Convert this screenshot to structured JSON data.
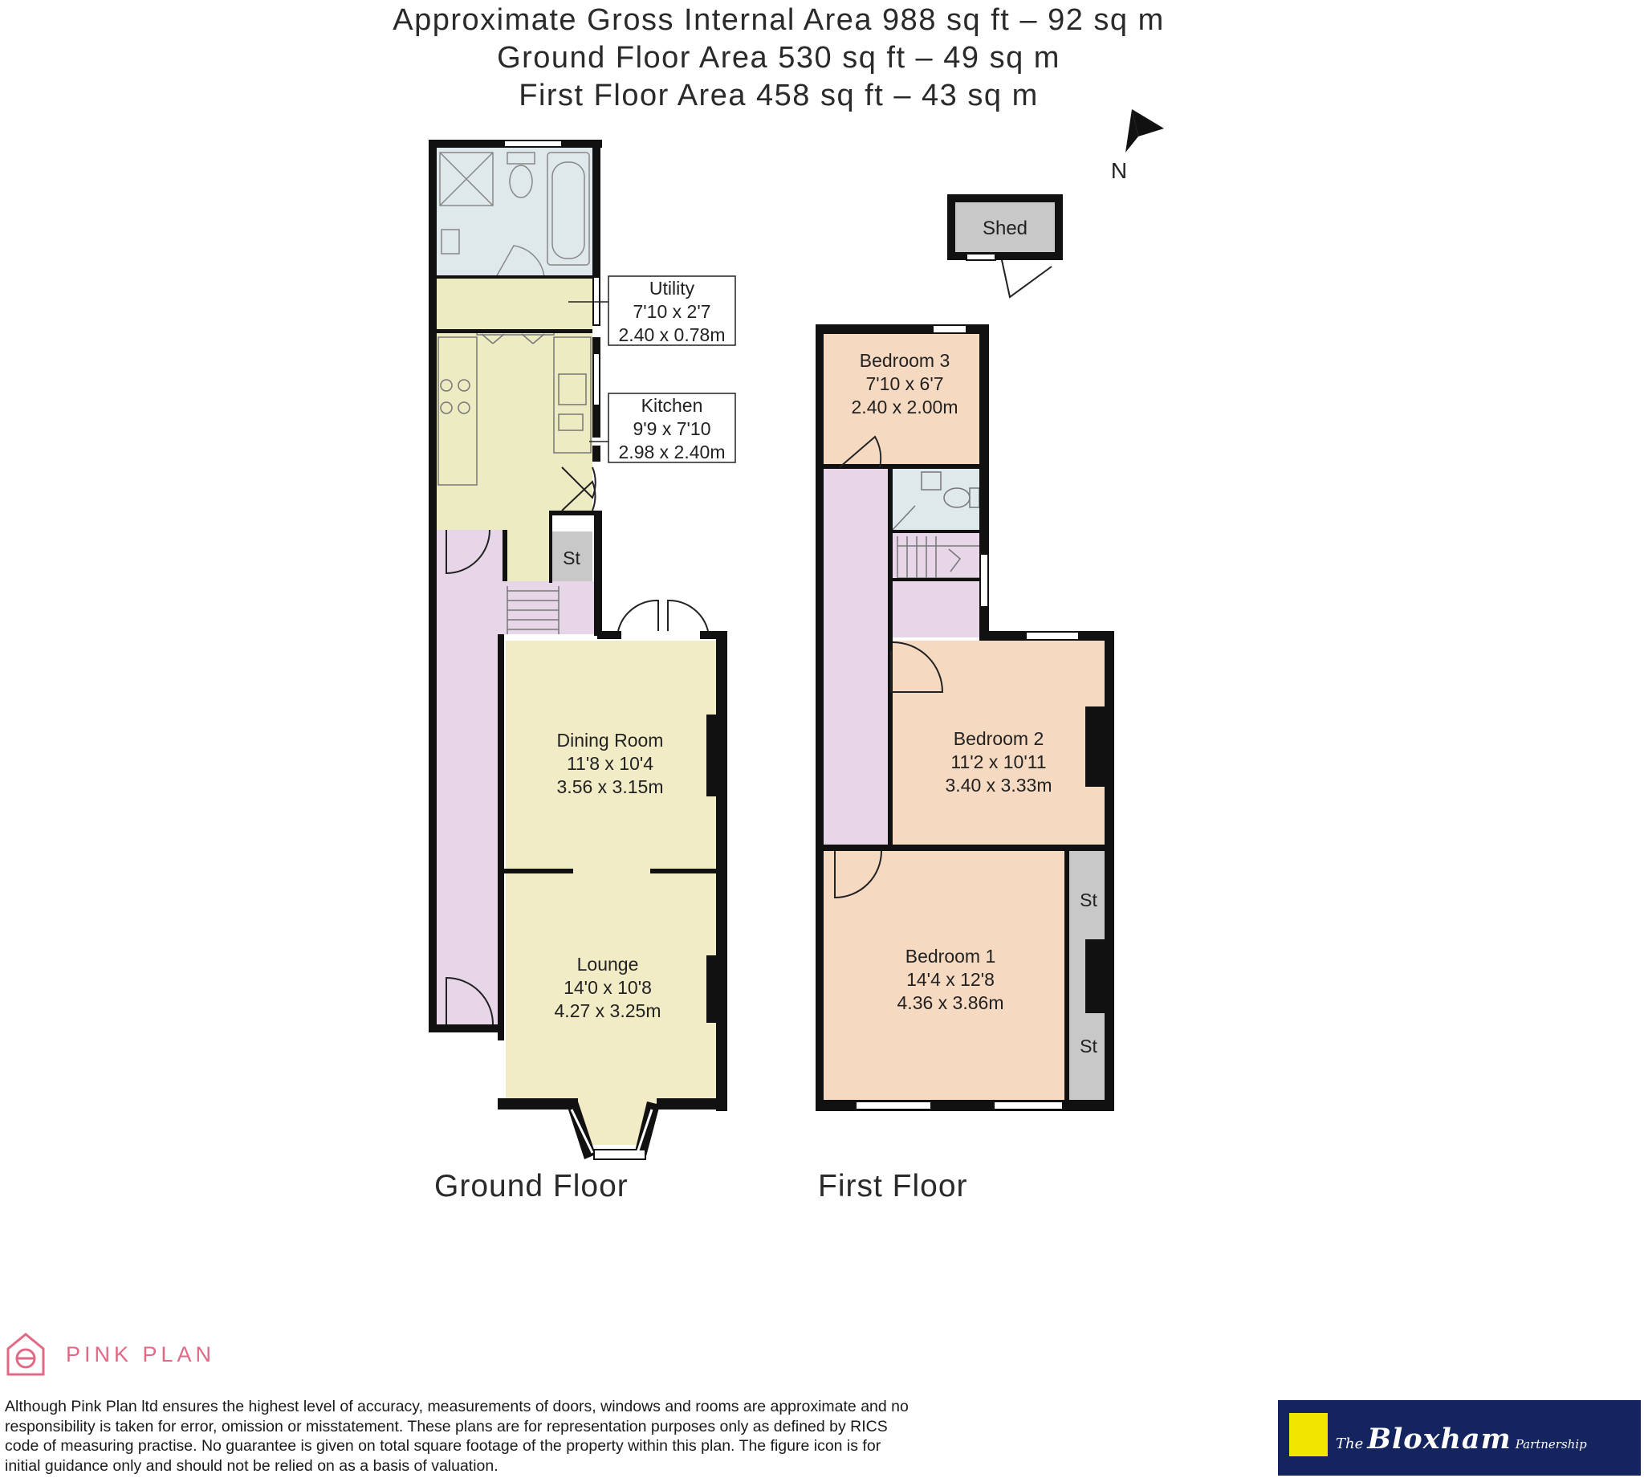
{
  "header": {
    "line1": "Approximate Gross Internal Area 988 sq ft – 92 sq m",
    "line2": "Ground Floor Area 530 sq ft – 49 sq m",
    "line3": "First Floor Area 458 sq ft – 43 sq m"
  },
  "compass": {
    "label": "N"
  },
  "floors": {
    "ground": "Ground Floor",
    "first": "First Floor"
  },
  "rooms": {
    "utility": {
      "name": "Utility",
      "imperial": "7'10 x 2'7",
      "metric": "2.40 x 0.78m"
    },
    "kitchen": {
      "name": "Kitchen",
      "imperial": "9'9 x 7'10",
      "metric": "2.98 x 2.40m"
    },
    "dining": {
      "name": "Dining Room",
      "imperial": "11'8 x 10'4",
      "metric": "3.56 x 3.15m"
    },
    "lounge": {
      "name": "Lounge",
      "imperial": "14'0 x 10'8",
      "metric": "4.27 x 3.25m"
    },
    "bedroom3": {
      "name": "Bedroom 3",
      "imperial": "7'10 x 6'7",
      "metric": "2.40 x 2.00m"
    },
    "bedroom2": {
      "name": "Bedroom 2",
      "imperial": "11'2 x 10'11",
      "metric": "3.40 x 3.33m"
    },
    "bedroom1": {
      "name": "Bedroom 1",
      "imperial": "14'4 x 12'8",
      "metric": "4.36 x 3.86m"
    },
    "shed": {
      "name": "Shed"
    },
    "store": {
      "label": "St"
    }
  },
  "brand": {
    "name": "PINK PLAN"
  },
  "disclaimer": "Although Pink Plan ltd ensures the highest level of accuracy, measurements of doors, windows and rooms are approximate and no responsibility is taken for error, omission or misstatement. These plans are for representation purposes only as defined by RICS code of measuring practise. No guarantee is given on total square footage of the property within this plan. The figure icon is for initial guidance only and should not be relied on as a basis of valuation.",
  "agent": {
    "the": "The",
    "name": "Bloxham",
    "suffix": "Partnership"
  },
  "colors": {
    "hallway": "#e6d6e8",
    "kitchen": "#ecebc2",
    "living": "#f2ecc6",
    "bedroom": "#f5d9c1",
    "bathroom": "#dfe9eb",
    "store": "#c8c8c8",
    "wall": "#111111",
    "brand": "#e06a86",
    "agent_bg": "#14245e",
    "agent_accent": "#f2e600"
  }
}
